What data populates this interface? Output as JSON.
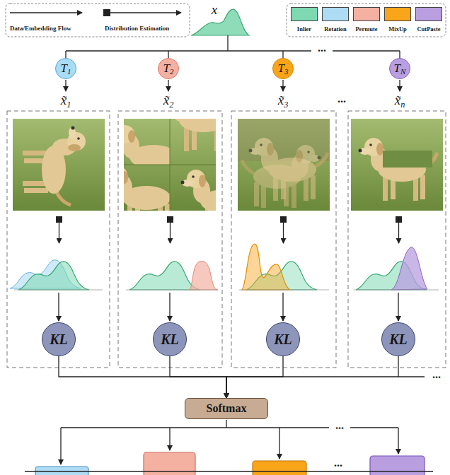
{
  "diagram": {
    "nodes": [
      {
        "text": [
          "T1"
        ]
      },
      {
        "text": [
          "T2"
        ]
      },
      {
        "text": [
          "T3"
        ]
      },
      {
        "text": [
          "TN"
        ]
      },
      {
        "text": [
          "KL"
        ]
      },
      {
        "text": [
          "KL"
        ]
      },
      {
        "text": [
          "KL"
        ]
      },
      {
        "text": [
          "KL"
        ]
      },
      {
        "text": [
          "Softmax"
        ]
      }
    ],
    "edges": [
      {
        "from": 4,
        "to": 8,
        "arrow": "to"
      },
      {
        "from": 5,
        "to": 8,
        "arrow": "to"
      },
      {
        "from": 6,
        "to": 8,
        "arrow": "to"
      },
      {
        "from": 7,
        "to": 8,
        "arrow": "to"
      }
    ],
    "labels": [
      "x",
      "x̃1",
      "x̃2",
      "x̃3",
      "x̃n",
      "...",
      "...",
      "...",
      "...",
      "..."
    ],
    "legend": [
      {
        "text": "Data/Embedding Flow"
      },
      {
        "text": "Distribution Estimation"
      },
      {
        "text": "Inlier",
        "color": "#7ed9b2"
      },
      {
        "text": "Rotation",
        "color": "#aedcf5"
      },
      {
        "text": "Permute",
        "color": "#f4b1a2"
      },
      {
        "text": "MixUp",
        "color": "#f9a51a"
      },
      {
        "text": "CutPaste",
        "color": "#b99ee0"
      }
    ]
  }
}
